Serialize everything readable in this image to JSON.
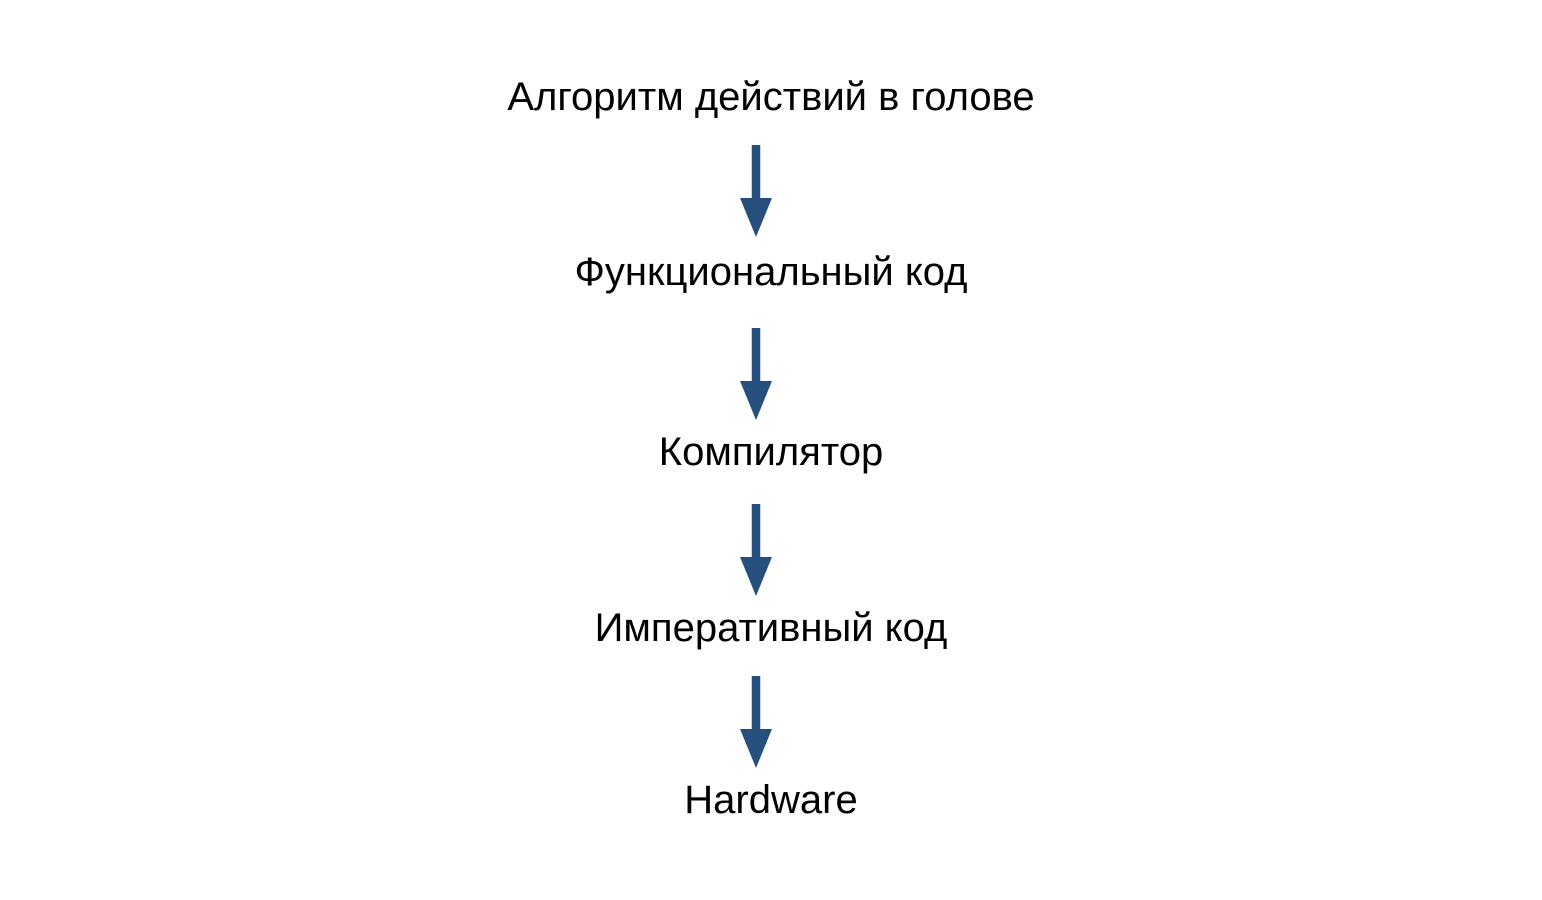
{
  "diagram": {
    "title": "Compilation flow diagram",
    "background_color": "#ffffff",
    "text_color": "#000000",
    "arrow_color": "#254f7d",
    "nodes": [
      {
        "label": "Алгоритм действий в голове"
      },
      {
        "label": "Функциональный код"
      },
      {
        "label": "Компилятор"
      },
      {
        "label": "Императивный код"
      },
      {
        "label": "Hardware"
      }
    ],
    "edges": [
      {
        "from": 0,
        "to": 1,
        "direction": "down"
      },
      {
        "from": 1,
        "to": 2,
        "direction": "down"
      },
      {
        "from": 2,
        "to": 3,
        "direction": "down"
      },
      {
        "from": 3,
        "to": 4,
        "direction": "down"
      }
    ]
  }
}
